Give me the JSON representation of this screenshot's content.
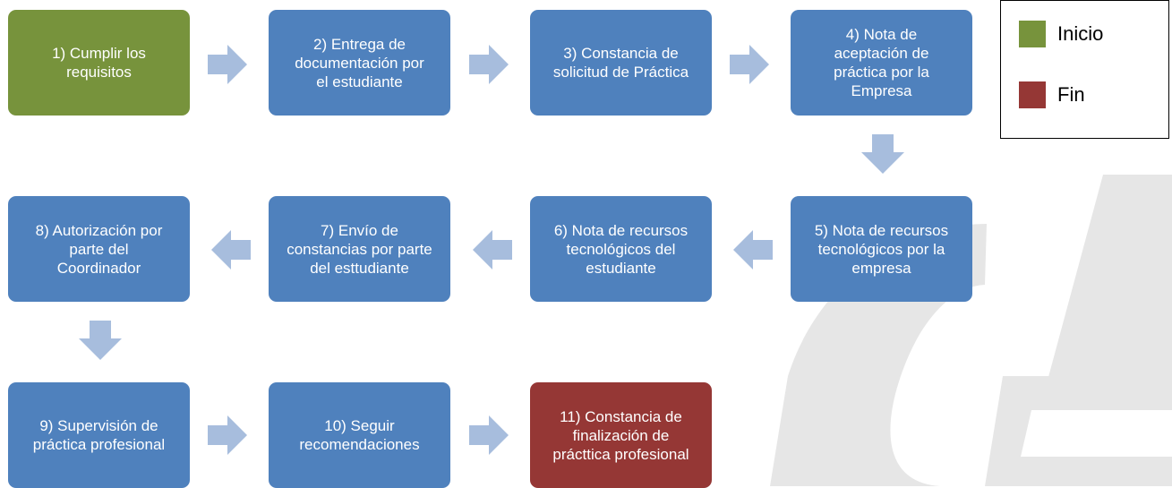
{
  "colors": {
    "step": "#4f81bd",
    "start": "#77933c",
    "end": "#953735",
    "arrow": "#a7bddd",
    "watermark": "#e6e6e6"
  },
  "steps": [
    {
      "id": 1,
      "label": "1) Cumplir los\nrequisitos",
      "kind": "start"
    },
    {
      "id": 2,
      "label": "2) Entrega de\ndocumentación por\nel estudiante",
      "kind": "step"
    },
    {
      "id": 3,
      "label": "3) Constancia de\nsolicitud de Práctica",
      "kind": "step"
    },
    {
      "id": 4,
      "label": "4) Nota de\naceptación de\npráctica por la\nEmpresa",
      "kind": "step"
    },
    {
      "id": 5,
      "label": "5) Nota de recursos\ntecnológicos por la\nempresa",
      "kind": "step"
    },
    {
      "id": 6,
      "label": "6) Nota de recursos\ntecnológicos del\nestudiante",
      "kind": "step"
    },
    {
      "id": 7,
      "label": "7) Envío de\nconstancias por parte\ndel esttudiante",
      "kind": "step"
    },
    {
      "id": 8,
      "label": "8) Autorización por\nparte del\nCoordinador",
      "kind": "step"
    },
    {
      "id": 9,
      "label": "9) Supervisión de\npráctica profesional",
      "kind": "step"
    },
    {
      "id": 10,
      "label": "10) Seguir\nrecomendaciones",
      "kind": "step"
    },
    {
      "id": 11,
      "label": "11) Constancia de\nfinalización de\nprácttica profesional",
      "kind": "end"
    }
  ],
  "legend": {
    "items": [
      {
        "label": "Inicio",
        "color": "#77933c"
      },
      {
        "label": "Fin",
        "color": "#953735"
      }
    ]
  },
  "watermark_text": "CE"
}
